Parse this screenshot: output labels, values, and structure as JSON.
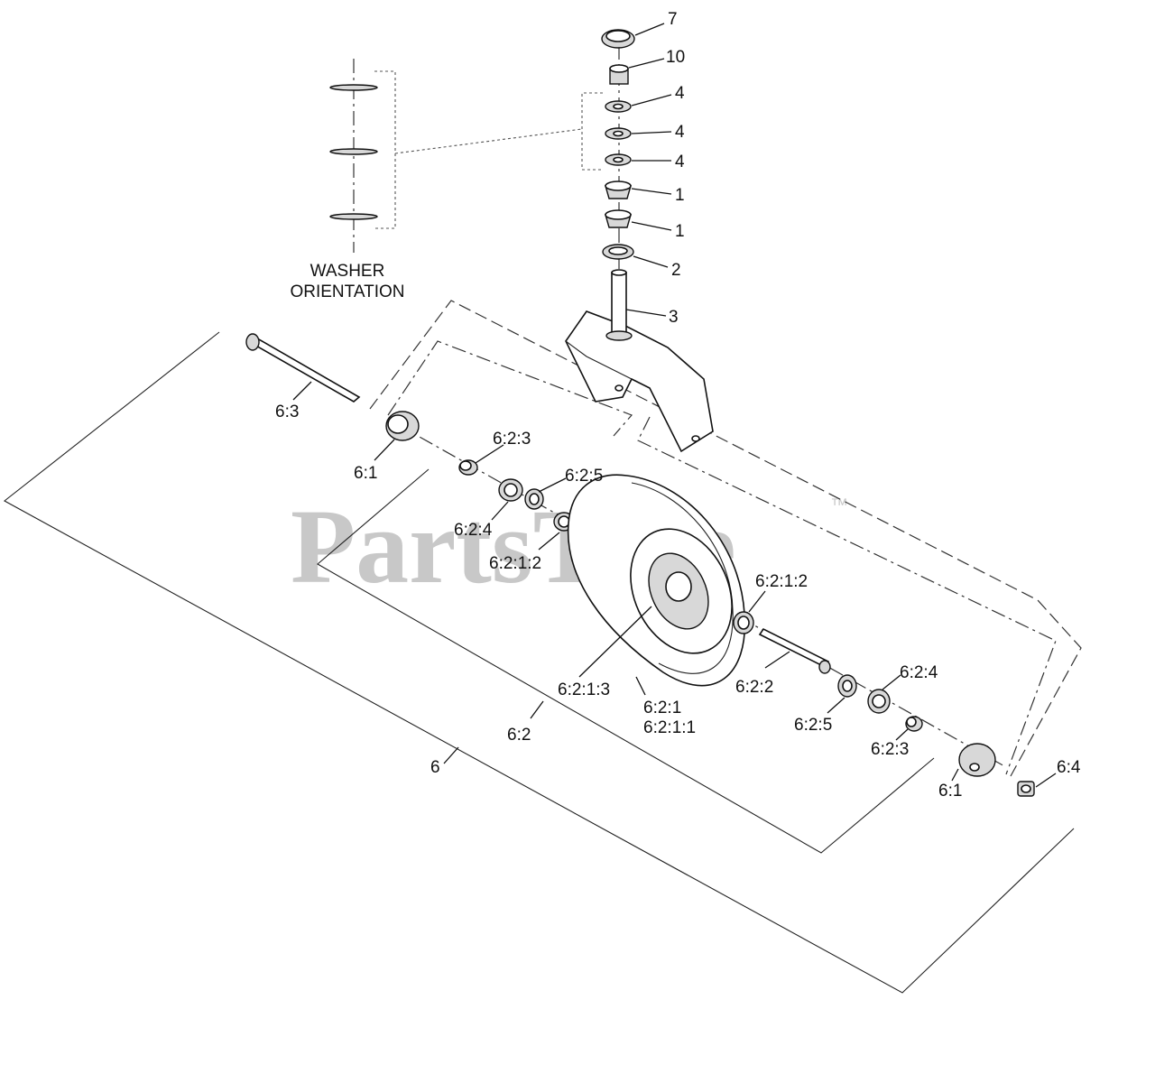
{
  "diagram": {
    "watermark": "PartsTree",
    "trademark": "™",
    "washer_orientation": [
      "WASHER",
      "ORIENTATION"
    ],
    "callouts": [
      {
        "id": "c7",
        "text": "7"
      },
      {
        "id": "c10",
        "text": "10"
      },
      {
        "id": "c4a",
        "text": "4"
      },
      {
        "id": "c4b",
        "text": "4"
      },
      {
        "id": "c4c",
        "text": "4"
      },
      {
        "id": "c1a",
        "text": "1"
      },
      {
        "id": "c1b",
        "text": "1"
      },
      {
        "id": "c2",
        "text": "2"
      },
      {
        "id": "c3",
        "text": "3"
      },
      {
        "id": "c63",
        "text": "6:3"
      },
      {
        "id": "c61a",
        "text": "6:1"
      },
      {
        "id": "c623a",
        "text": "6:2:3"
      },
      {
        "id": "c625a",
        "text": "6:2:5"
      },
      {
        "id": "c624a",
        "text": "6:2:4"
      },
      {
        "id": "c6212a",
        "text": "6:2:1:2"
      },
      {
        "id": "c6212b",
        "text": "6:2:1:2"
      },
      {
        "id": "c6213",
        "text": "6:2:1:3"
      },
      {
        "id": "c621",
        "text": "6:2:1"
      },
      {
        "id": "c6211",
        "text": "6:2:1:1"
      },
      {
        "id": "c622",
        "text": "6:2:2"
      },
      {
        "id": "c624b",
        "text": "6:2:4"
      },
      {
        "id": "c625b",
        "text": "6:2:5"
      },
      {
        "id": "c623b",
        "text": "6:2:3"
      },
      {
        "id": "c62",
        "text": "6:2"
      },
      {
        "id": "c6",
        "text": "6"
      },
      {
        "id": "c61b",
        "text": "6:1"
      },
      {
        "id": "c64",
        "text": "6:4"
      }
    ]
  }
}
